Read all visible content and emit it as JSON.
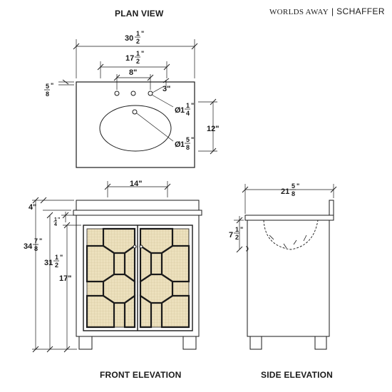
{
  "titles": {
    "plan": "PLAN VIEW",
    "front": "FRONT ELEVATION",
    "side": "SIDE ELEVATION"
  },
  "brand": {
    "name": "WORLDS AWAY",
    "separator": "|",
    "model": "SCHAFFER"
  },
  "plan_dims": {
    "overall_width": {
      "whole": "30",
      "num": "1",
      "den": "2",
      "unit": "\""
    },
    "faucet_span": {
      "whole": "17",
      "num": "1",
      "den": "2",
      "unit": "\""
    },
    "hole_spacing": "8\"",
    "edge_offset": "3\"",
    "top_thickness": {
      "num": "5",
      "den": "8",
      "unit": "\""
    },
    "hole_diameter": {
      "prefix": "Ø",
      "whole": "1",
      "num": "1",
      "den": "4",
      "unit": "\""
    },
    "drain_diameter": {
      "prefix": "Ø",
      "whole": "1",
      "num": "5",
      "den": "8",
      "unit": "\""
    },
    "bowl_depth": "12\""
  },
  "front_dims": {
    "bowl_width": "14\"",
    "backsplash": "4\"",
    "overall_height": {
      "whole": "34",
      "num": "7",
      "den": "8",
      "unit": "\""
    },
    "reveal": {
      "num": "1",
      "den": "4",
      "unit": "\""
    },
    "counter_height": {
      "whole": "31",
      "num": "1",
      "den": "2",
      "unit": "\""
    },
    "door_height": "17\""
  },
  "side_dims": {
    "overall_depth": {
      "whole": "21",
      "num": "5",
      "den": "8",
      "unit": "\""
    },
    "bowl_height": {
      "whole": "7",
      "num": "1",
      "den": "2",
      "unit": "\""
    }
  },
  "colors": {
    "line": "#1a1a1a",
    "cane": "#ece0bd",
    "cane_grid": "#d3c499",
    "paper": "#ffffff"
  }
}
